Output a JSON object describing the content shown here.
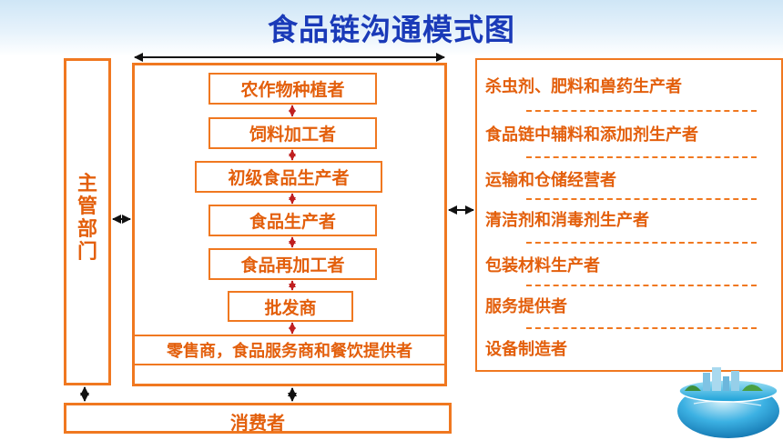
{
  "title": "食品链沟通模式图",
  "colors": {
    "accent": "#f07820",
    "text": "#e35f0c",
    "title": "#1a3ab8",
    "chain_arrow": "#c02020",
    "connector": "#111111"
  },
  "side_label": [
    "主",
    "管",
    "部",
    "门"
  ],
  "chain": [
    "农作物种植者",
    "饲料加工者",
    "初级食品生产者",
    "食品生产者",
    "食品再加工者",
    "批发商",
    "零售商，食品服务商和餐饮提供者"
  ],
  "suppliers": [
    "杀虫剂、肥料和兽药生产者",
    "食品链中辅料和添加剂生产者",
    "运输和仓储经营者",
    "清洁剂和消毒剂生产者",
    "包装材料生产者",
    "服务提供者",
    "设备制造者"
  ],
  "consumer": "消费者",
  "decoration": "globe-icon"
}
